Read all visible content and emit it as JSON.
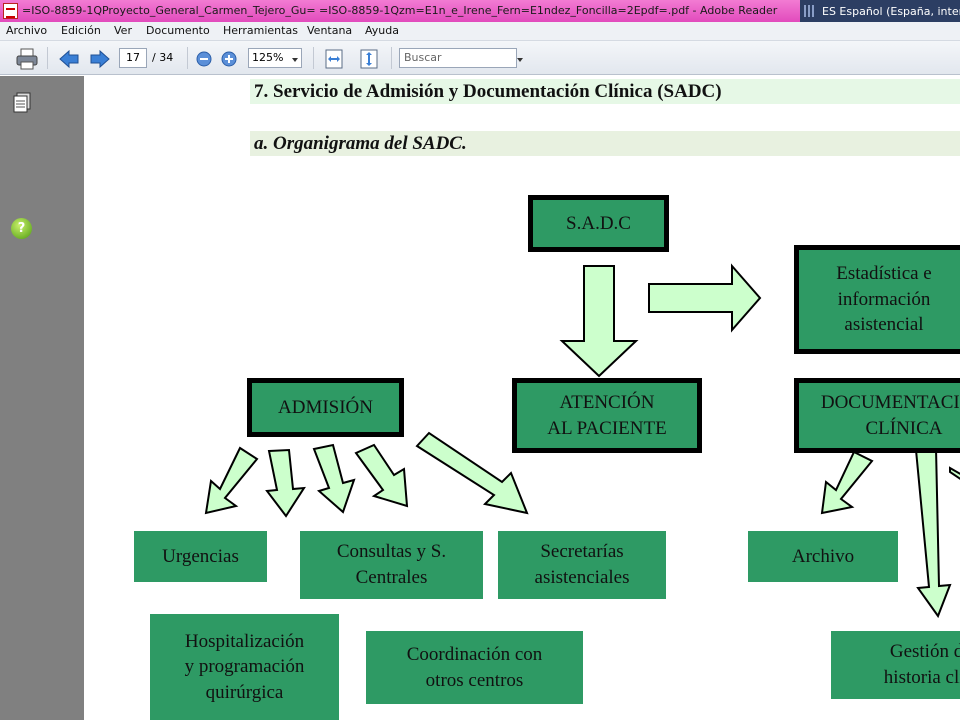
{
  "window": {
    "title": "=ISO-8859-1QProyecto_General_Carmen_Tejero_Gu= =ISO-8859-1Qzm=E1n_e_Irene_Fern=E1ndez_Foncilla=2Epdf=.pdf - Adobe Reader",
    "language_bar": "ES Español (España, internacional)"
  },
  "menu": {
    "items": [
      "Archivo",
      "Edición",
      "Ver",
      "Documento",
      "Herramientas",
      "Ventana",
      "Ayuda"
    ]
  },
  "toolbar": {
    "current_page": "17",
    "page_total": "/ 34",
    "zoom": "125%",
    "search_placeholder": "Buscar"
  },
  "document": {
    "heading_section": "7.   Servicio de Admisión y Documentación Clínica (SADC)",
    "heading_sub": "a.   Organigrama del SADC.",
    "org_chart": {
      "root": "S.A.D.C",
      "side": [
        "Estadística e",
        "información",
        "asistencial"
      ],
      "departments": {
        "admision": "ADMISIÓN",
        "atencion": [
          "ATENCIÓN",
          "AL PACIENTE"
        ],
        "documentacion": [
          "DOCUMENTACIÓN",
          "CLÍNICA"
        ]
      },
      "units": {
        "urgencias": "Urgencias",
        "consultas": [
          "Consultas y S.",
          "Centrales"
        ],
        "secretarias": [
          "Secretarías",
          "asistenciales"
        ],
        "hospitalizacion": [
          "Hospitalización",
          "y programación",
          "quirúrgica"
        ],
        "coordinacion": [
          "Coordinación con",
          "otros centros"
        ],
        "archivo": "Archivo",
        "gestion": [
          "Gestión de la",
          "historia clínica"
        ]
      }
    }
  },
  "colors": {
    "box_fill": "#2e9a64",
    "arrow_fill": "#ccffcc",
    "heading_bg": "#e6f8e6"
  }
}
